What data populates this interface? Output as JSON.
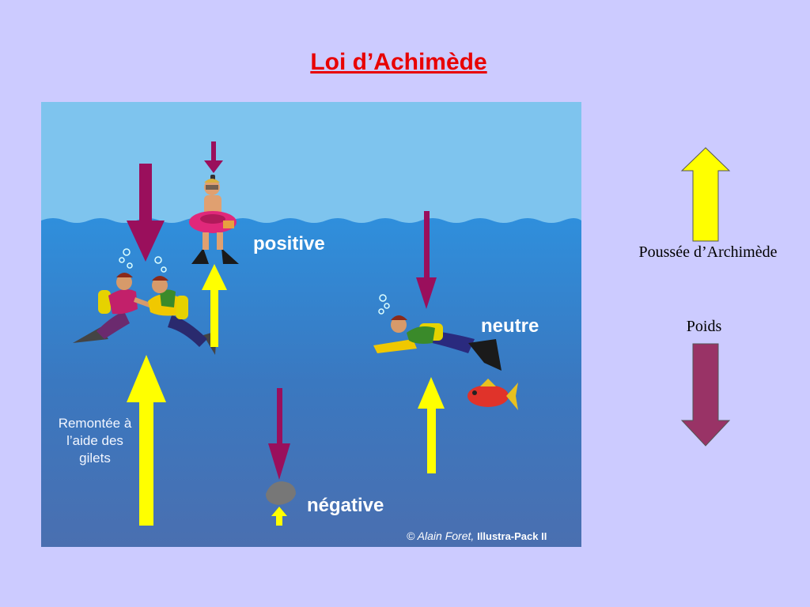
{
  "slide": {
    "title": "Loi d’Achimède"
  },
  "diagram": {
    "labels": {
      "positive": "positive",
      "neutre": "neutre",
      "negative": "négative",
      "remontee": "Remontée à l’aide des gilets"
    },
    "credit": {
      "author": "© Alain Foret,",
      "brand": "Illustra-Pack II"
    }
  },
  "legend": {
    "archimede_label": "Poussée d’Archimède",
    "poids_label": "Poids"
  },
  "colors": {
    "background": "#cccbff",
    "title": "#e80000",
    "thrust_arrow": "#ffff00",
    "weight_arrow": "#9a0f5c",
    "legend_weight_arrow": "#993366"
  }
}
